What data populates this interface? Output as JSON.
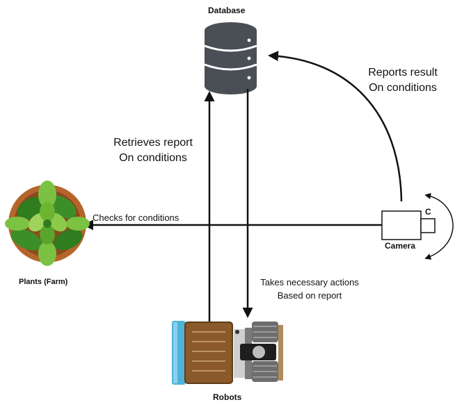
{
  "nodes": {
    "database": {
      "label": "Database"
    },
    "camera": {
      "label": "Camera",
      "badge": "C"
    },
    "plants": {
      "label": "Plants (Farm)"
    },
    "robots": {
      "label": "Robots"
    }
  },
  "edges": {
    "camera_to_database": {
      "line1": "Reports result",
      "line2": "On conditions"
    },
    "robots_to_database": {
      "line1": "Retrieves report",
      "line2": "On conditions"
    },
    "camera_to_plants": {
      "text": "Checks for conditions"
    },
    "database_to_robots": {
      "line1": "Takes necessary actions",
      "line2": "Based on report"
    }
  },
  "colors": {
    "db_body": "#4a4f55",
    "db_band": "#ffffff",
    "arrow": "#111111",
    "robot_box": "#8a5a2b",
    "robot_glass": "#4fb3d9",
    "leaf_dark": "#2f7d1f",
    "leaf_light": "#7cc242",
    "pot": "#b5652c"
  },
  "icons": {
    "database": "database-cylinder-icon",
    "camera": "camera-icon",
    "plants": "potted-plant-icon",
    "robots": "robot-vehicle-icon"
  }
}
